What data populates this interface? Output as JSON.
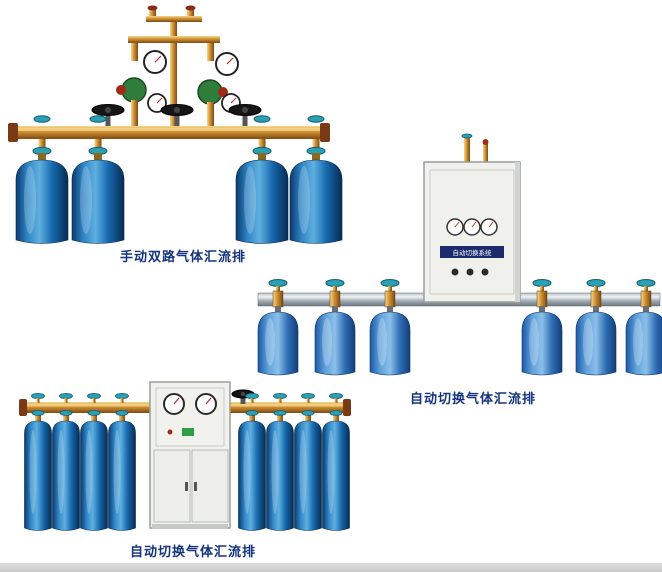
{
  "page": {
    "background_color": "#ffffff",
    "footer_bar_color": "#d6d6d6"
  },
  "products": [
    {
      "caption": "手动双路气体汇流排"
    },
    {
      "caption": "自动切换气体汇流排",
      "cabinet_label": "自动切换系统"
    },
    {
      "caption": "自动切换气体汇流排"
    }
  ],
  "colors": {
    "caption_text": "#14337f",
    "brass": "#cf8f33",
    "cylinder_blue": "#1668ae",
    "cylinder_light_blue": "#5e9fd9",
    "valve_teal": "#2b9fb4",
    "manifold_silver": "#aeb6bc",
    "cabinet_body": "#f0f1ed",
    "cabinet_label_bg": "#1b2a6b"
  }
}
